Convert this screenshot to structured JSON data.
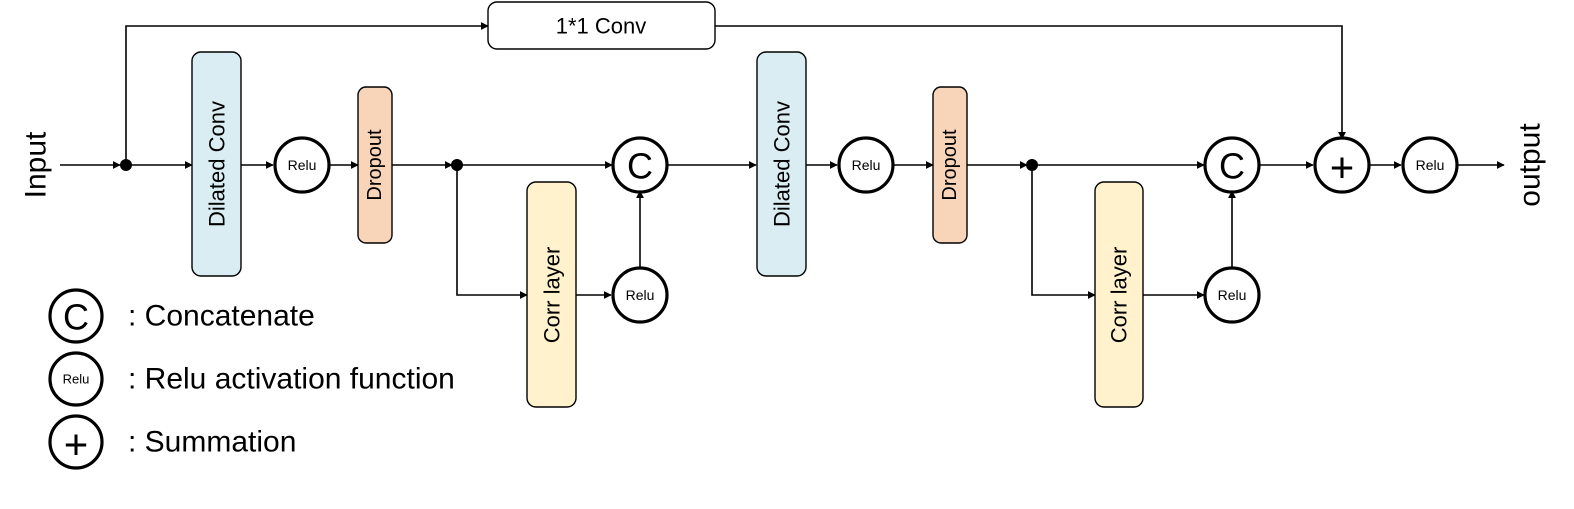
{
  "labels": {
    "input": "Input",
    "output": "output",
    "skip_conv": "1*1 Conv",
    "dilated_conv": "Dilated Conv",
    "dropout": "Dropout",
    "corr_layer": "Corr layer",
    "relu": "Relu",
    "concat_symbol": "C",
    "sum_symbol": "+"
  },
  "legend": [
    {
      "symbol": "C",
      "text": ": Concatenate"
    },
    {
      "symbol": "Relu",
      "text": ": Relu activation function"
    },
    {
      "symbol": "+",
      "text": ": Summation"
    }
  ],
  "colors": {
    "dilated_conv": "#daedf3",
    "dropout": "#f8d4b8",
    "corr_layer": "#fff2cc",
    "skip_conv": "#ffffff",
    "stroke": "#000000"
  }
}
